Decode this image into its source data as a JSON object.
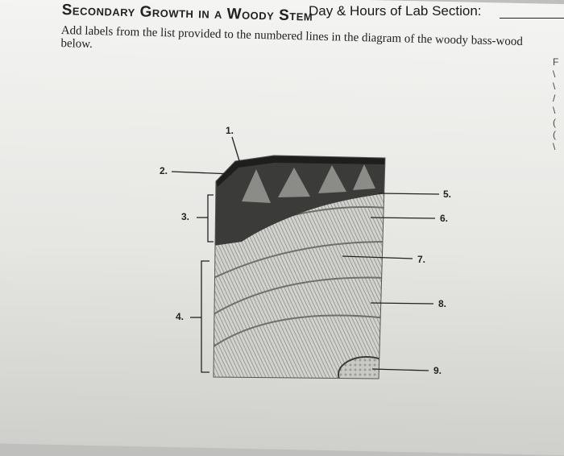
{
  "header": {
    "lab_section_label": "Day & Hours of Lab Section:"
  },
  "title": "Secondary Growth in a Woody Stem",
  "instructions": "Add labels from the list provided to the numbered lines in the diagram of the woody bass-wood below.",
  "diagram_labels": [
    "1.",
    "2.",
    "3.",
    "4.",
    "5.",
    "6.",
    "7.",
    "8.",
    "9."
  ],
  "edge_text": [
    "F",
    "\\",
    "\\",
    "/",
    "\\",
    "(",
    "(",
    "\\"
  ]
}
